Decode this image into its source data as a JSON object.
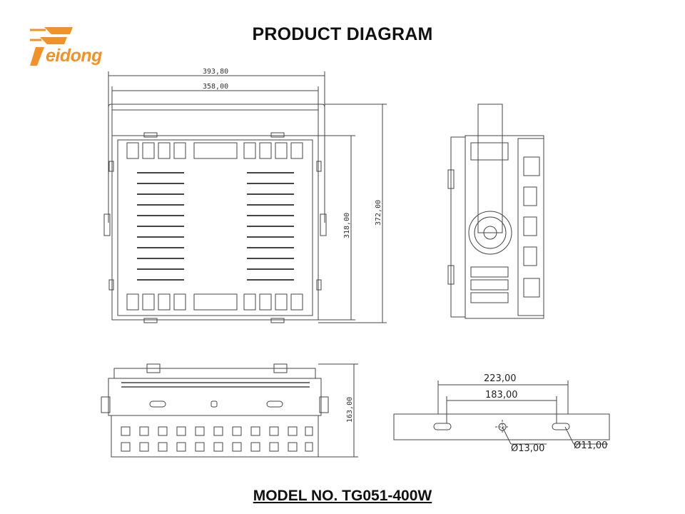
{
  "title": "PRODUCT DIAGRAM",
  "logo": {
    "text": "eidong",
    "icon": "feidong-f-logo",
    "color": "#f0922b"
  },
  "model": "MODEL NO. TG051-400W",
  "front_view": {
    "width_outer": "393,80",
    "width_inner": "358,00",
    "height_body": "318,00",
    "height_total": "372,00"
  },
  "bottom_view": {
    "height": "163,00"
  },
  "bracket_view": {
    "span_outer": "223,00",
    "span_inner": "183,00",
    "center_hole": "Ø13,00",
    "slot_hole": "Ø11,00"
  }
}
